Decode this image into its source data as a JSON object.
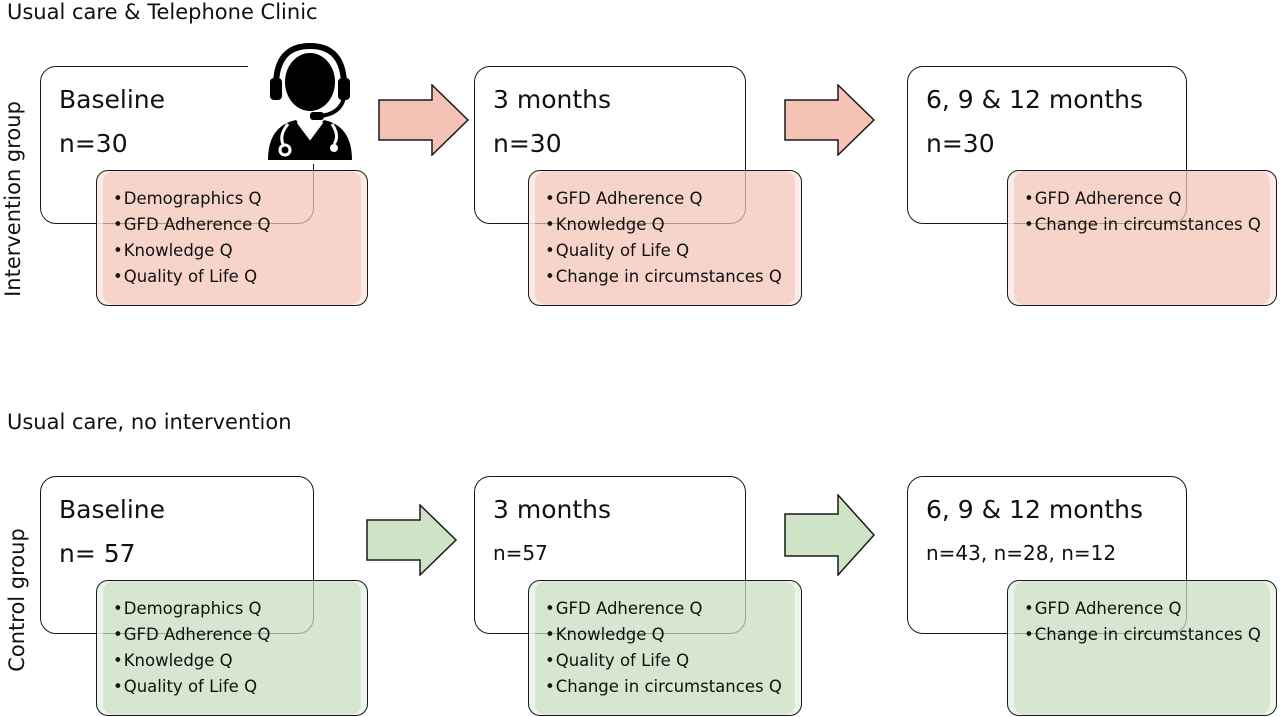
{
  "intervention": {
    "header": "Usual care & Telephone Clinic",
    "side_label": "Intervention group",
    "stages": [
      {
        "title": "Baseline",
        "n": "n=30",
        "items": [
          "Demographics Q",
          "GFD Adherence Q",
          "Knowledge Q",
          "Quality of Life Q"
        ]
      },
      {
        "title": "3 months",
        "n": "n=30",
        "items": [
          "GFD Adherence Q",
          "Knowledge Q",
          "Quality of Life Q",
          "Change in circumstances Q"
        ]
      },
      {
        "title": "6, 9 & 12 months",
        "n": "n=30",
        "items": [
          "GFD Adherence Q",
          "Change in circumstances Q"
        ]
      }
    ],
    "arrow_color": "#f4c3b5",
    "box_color": "#f4c4b6"
  },
  "control": {
    "header": "Usual care, no intervention",
    "side_label": "Control group",
    "stages": [
      {
        "title": "Baseline",
        "n": "n= 57",
        "items": [
          "Demographics Q",
          "GFD Adherence Q",
          "Knowledge Q",
          "Quality of Life Q"
        ]
      },
      {
        "title": "3 months",
        "n": "n=57",
        "items": [
          "GFD Adherence Q",
          "Knowledge Q",
          "Quality of Life Q",
          "Change in circumstances Q"
        ]
      },
      {
        "title": "6, 9 & 12 months",
        "n": "n=43, n=28, n=12",
        "items": [
          "GFD Adherence Q",
          "Change in circumstances Q"
        ]
      }
    ],
    "arrow_color": "#cfe3c6",
    "box_color": "#c8dcbe"
  },
  "icons": {
    "clinic": "telephone-operator-icon",
    "arrow": "right-arrow-icon"
  }
}
